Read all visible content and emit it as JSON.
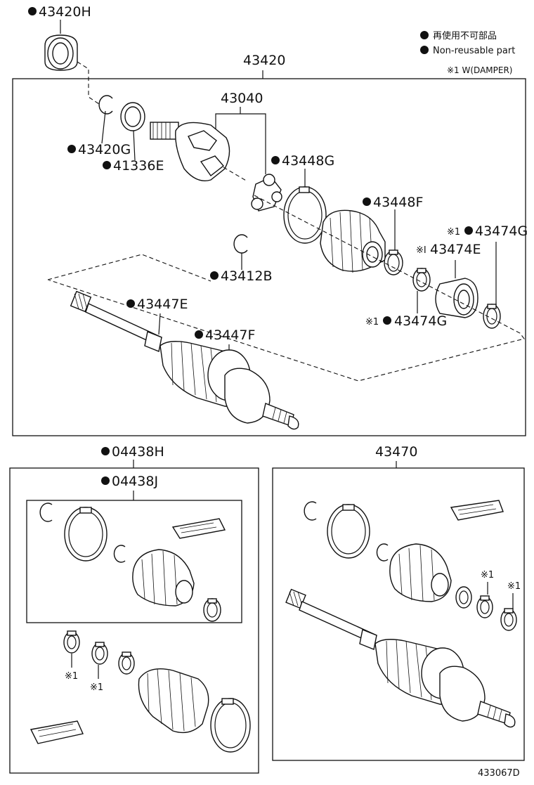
{
  "legend": {
    "marker": "●",
    "line1": "再使用不可部品",
    "line2": "Non-reusable part",
    "damper_note": "※1 W(DAMPER)"
  },
  "assembly": {
    "main_number": "43420",
    "inner_joint_number": "43040",
    "kit1_number": "04438H",
    "kit1_sub_number": "04438J",
    "outer_kit_number": "43470"
  },
  "callouts": {
    "p43420H": "43420H",
    "p43420G": "43420G",
    "p41336E": "41336E",
    "p43448G": "43448G",
    "p43448F": "43448F",
    "p43474G_top": "43474G",
    "p43474E": "43474E",
    "p43474G_bottom": "43474G",
    "p43412B": "43412B",
    "p43447E": "43447E",
    "p43447F": "43447F"
  },
  "markers": {
    "dot": "●",
    "ref1": "※1",
    "ref1_narrow": "※I"
  },
  "figure_code": "433067D"
}
